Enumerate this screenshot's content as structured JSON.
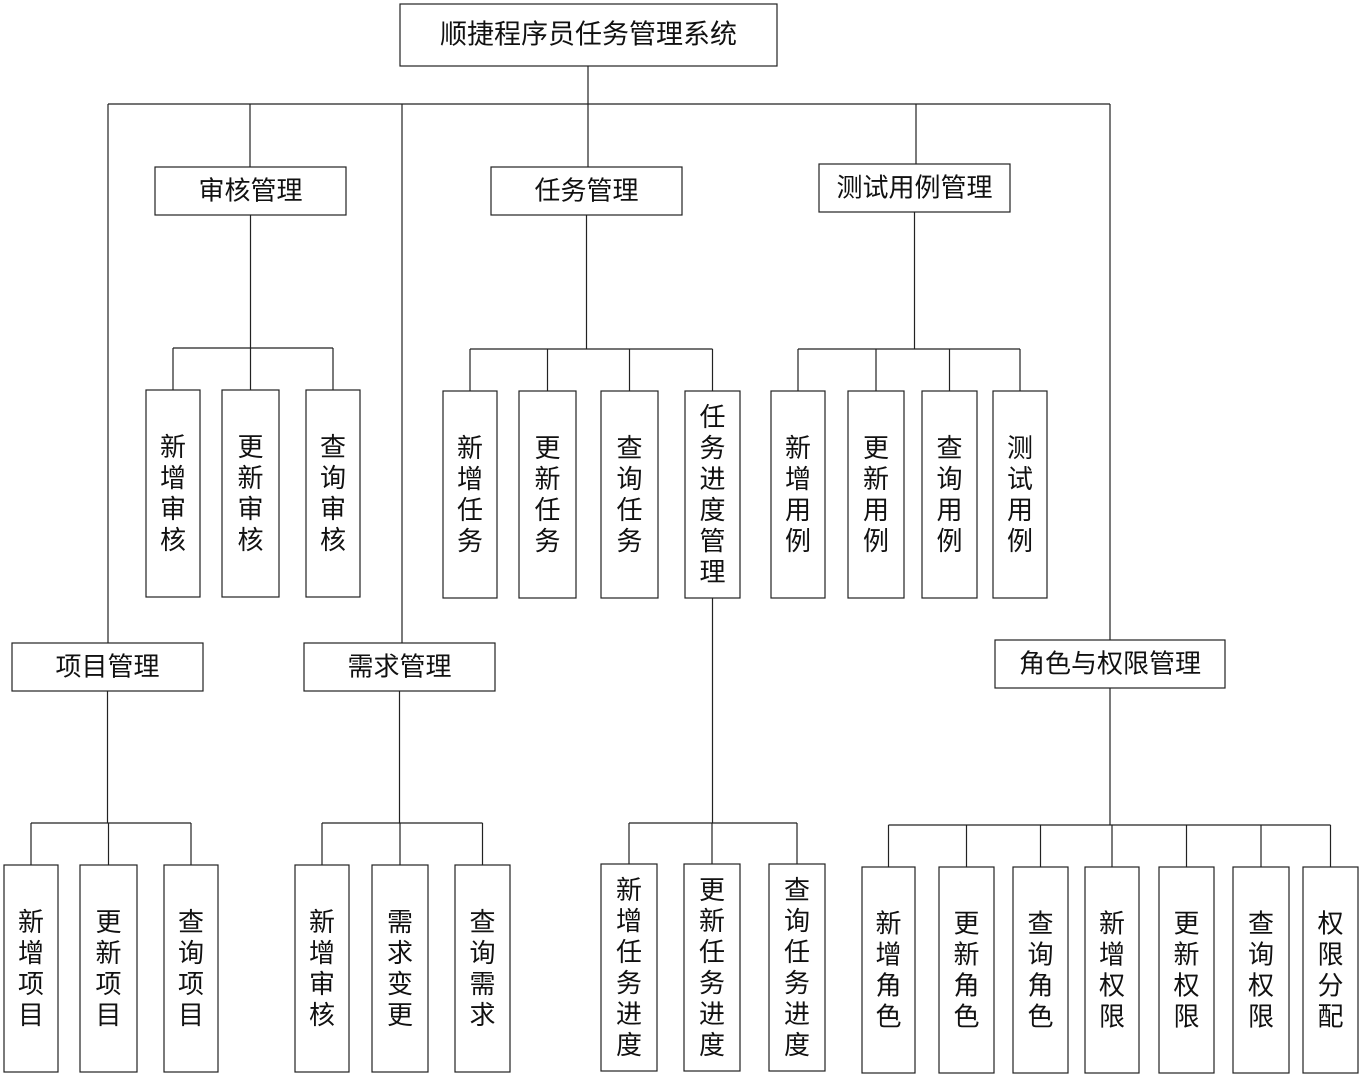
{
  "root": {
    "label": "顺捷程序员任务管理系统"
  },
  "modules": [
    {
      "id": "review",
      "label": "审核管理",
      "children": [
        "新增审核",
        "更新审核",
        "查询审核"
      ]
    },
    {
      "id": "task",
      "label": "任务管理",
      "children": [
        "新增任务",
        "更新任务",
        "查询任务",
        "任务进度管理"
      ]
    },
    {
      "id": "testcase",
      "label": "测试用例管理",
      "children": [
        "新增用例",
        "更新用例",
        "查询用例",
        "测试用例"
      ]
    },
    {
      "id": "project",
      "label": "项目管理",
      "children": [
        "新增项目",
        "更新项目",
        "查询项目"
      ]
    },
    {
      "id": "requirement",
      "label": "需求管理",
      "children": [
        "新增审核",
        "需求变更",
        "查询需求"
      ]
    },
    {
      "id": "progress",
      "label": "任务进度管理",
      "children": [
        "新增任务进度",
        "更新任务进度",
        "查询任务进度"
      ]
    },
    {
      "id": "role",
      "label": "角色与权限管理",
      "children": [
        "新增角色",
        "更新角色",
        "查询角色",
        "新增权限",
        "更新权限",
        "查询权限",
        "权限分配"
      ]
    }
  ]
}
